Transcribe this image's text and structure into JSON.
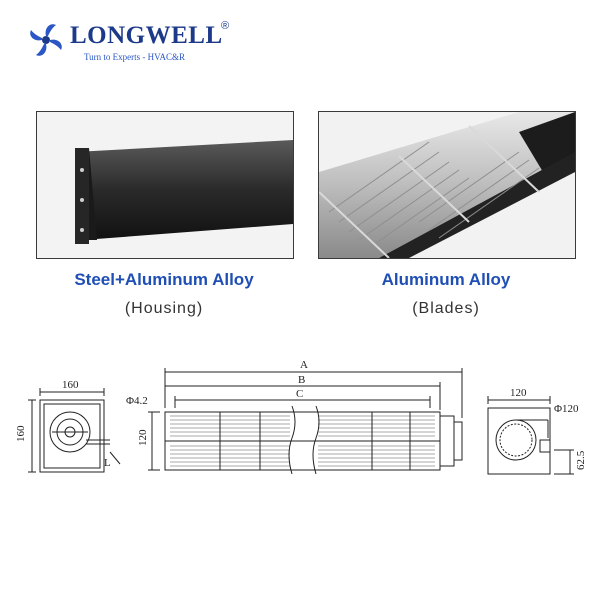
{
  "brand": {
    "name": "LONGWELL",
    "registered": "®",
    "tagline": "Turn to Experts - HVAC&R",
    "colors": {
      "primary": "#1d3a8a",
      "accent": "#2a56c6"
    }
  },
  "panels": [
    {
      "material": "Steel+Aluminum Alloy",
      "part": "(Housing)"
    },
    {
      "material": "Aluminum Alloy",
      "part": "(Blades)"
    }
  ],
  "drawing": {
    "side_view": {
      "width": "160",
      "height": "160",
      "lead": "L"
    },
    "main_view": {
      "hole": "Φ4.2",
      "height": "120",
      "dims": [
        "A",
        "B",
        "C"
      ]
    },
    "end_view": {
      "width": "120",
      "diameter": "Φ120",
      "offset": "62.5"
    }
  },
  "icons": [
    "fan-icon"
  ]
}
